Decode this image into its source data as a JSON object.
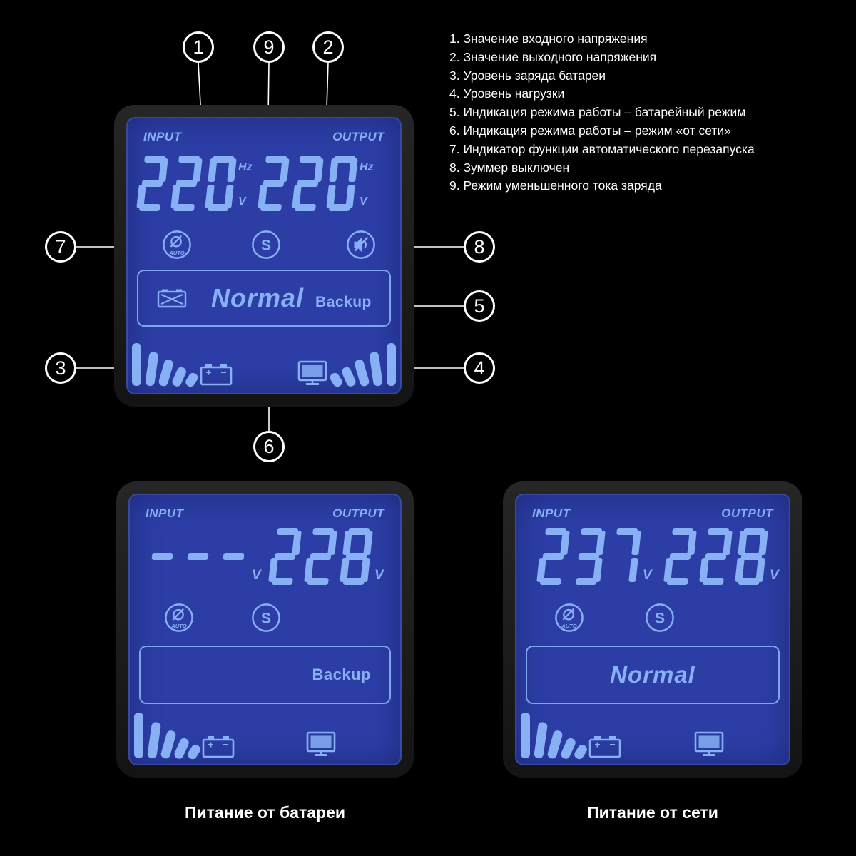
{
  "colors": {
    "background": "#000000",
    "screen_blue": "#2c3ea6",
    "lcd_light": "#87b0f5",
    "frame_dark": "#1f1f1f",
    "callout_white": "#ffffff"
  },
  "legend": {
    "items": [
      "1. Значение входного напряжения",
      "2. Значение выходного напряжения",
      "3. Уровень заряда батареи",
      "4. Уровень нагрузки",
      "5. Индикация режима работы – батарейный режим",
      "6. Индикация режима работы – режим «от сети»",
      "7. Индикатор функции автоматического перезапуска",
      "8. Зуммер выключен",
      "9. Режим уменьшенного тока заряда"
    ]
  },
  "callouts": [
    "1",
    "2",
    "3",
    "4",
    "5",
    "6",
    "7",
    "8",
    "9"
  ],
  "panels": {
    "main": {
      "input_label": "INPUT",
      "output_label": "OUTPUT",
      "input_value": "220",
      "output_value": "220",
      "input_units": [
        "Hz",
        "V"
      ],
      "output_units": [
        "Hz",
        "V"
      ],
      "auto_icon_label": "AUTO",
      "s_icon_label": "S",
      "mode_normal": "Normal",
      "mode_backup": "Backup",
      "battery_bars": [
        1,
        0.8,
        0.63,
        0.47,
        0.33
      ],
      "load_bars": [
        0.33,
        0.47,
        0.63,
        0.8,
        1
      ]
    },
    "battery": {
      "input_label": "INPUT",
      "output_label": "OUTPUT",
      "input_value": "---",
      "output_value": "228",
      "input_unit": "V",
      "output_unit": "V",
      "auto_icon_label": "AUTO",
      "s_icon_label": "S",
      "mode_backup": "Backup",
      "battery_bars": [
        1,
        0.8,
        0.63,
        0.47,
        0.33
      ],
      "caption": "Питание от батареи"
    },
    "mains": {
      "input_label": "INPUT",
      "output_label": "OUTPUT",
      "input_value": "237",
      "output_value": "228",
      "input_unit": "V",
      "output_unit": "V",
      "auto_icon_label": "AUTO",
      "s_icon_label": "S",
      "mode_normal": "Normal",
      "battery_bars": [
        1,
        0.8,
        0.63,
        0.47,
        0.33
      ],
      "caption": "Питание от сети"
    }
  }
}
